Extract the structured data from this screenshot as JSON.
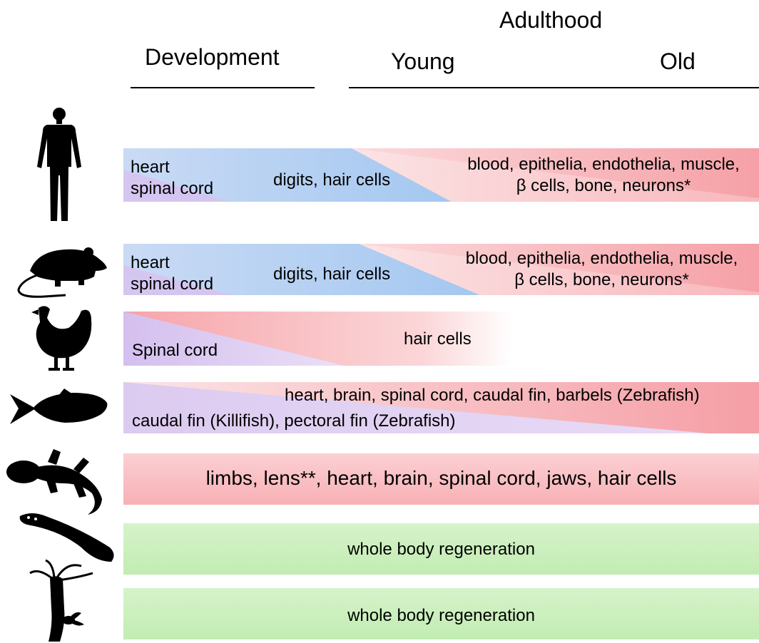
{
  "header": {
    "adulthood": "Adulthood",
    "development": "Development",
    "young": "Young",
    "old": "Old"
  },
  "colors": {
    "development_purple": "#d9c6ee",
    "developing_blue": "#a9cdf0",
    "adult_red": "#f7a6ab",
    "whole_body_green": "#c4eeb4"
  },
  "rows": [
    {
      "organism_icon": "human-icon",
      "dev_label_1": "heart",
      "dev_label_2": "spinal cord",
      "mid_label": "digits, hair cells",
      "adult_label_1": "blood, epithelia, endothelia, muscle,",
      "adult_label_2": "β cells, bone, neurons*"
    },
    {
      "organism_icon": "rodent-icon",
      "dev_label_1": "heart",
      "dev_label_2": "spinal cord",
      "mid_label": "digits, hair cells",
      "adult_label_1": "blood, epithelia, endothelia, muscle,",
      "adult_label_2": "β cells, bone, neurons*"
    },
    {
      "organism_icon": "chicken-icon",
      "dev_label": "Spinal cord",
      "adult_label": "hair cells"
    },
    {
      "organism_icon": "fish-icon",
      "top_label": "heart, brain, spinal cord, caudal fin, barbels (Zebrafish)",
      "bottom_label": "caudal fin (Killifish), pectoral fin (Zebrafish)"
    },
    {
      "organism_icon": "salamander-icon",
      "label": "limbs, lens**, heart, brain, spinal cord, jaws, hair cells"
    },
    {
      "organism_icon": "planarian-icon",
      "label": "whole body regeneration"
    },
    {
      "organism_icon": "hydra-icon",
      "label": "whole body regeneration"
    }
  ]
}
